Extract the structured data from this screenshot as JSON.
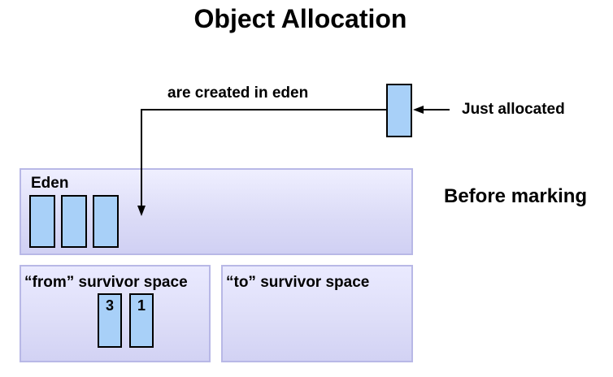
{
  "title": "Object Allocation",
  "annotations": {
    "created_in_eden": "are created in eden",
    "just_allocated": "Just allocated"
  },
  "phase_label": "Before marking",
  "regions": {
    "eden": {
      "label": "Eden",
      "object_count": 3
    },
    "from_survivor": {
      "label": "“from” survivor space",
      "objects": [
        "3",
        "1"
      ]
    },
    "to_survivor": {
      "label": "“to” survivor space"
    }
  },
  "colors": {
    "object_fill": "#a8d0f8",
    "region_fill": "#dcdcf7",
    "region_border": "#b8b8e6",
    "text": "#000000"
  }
}
